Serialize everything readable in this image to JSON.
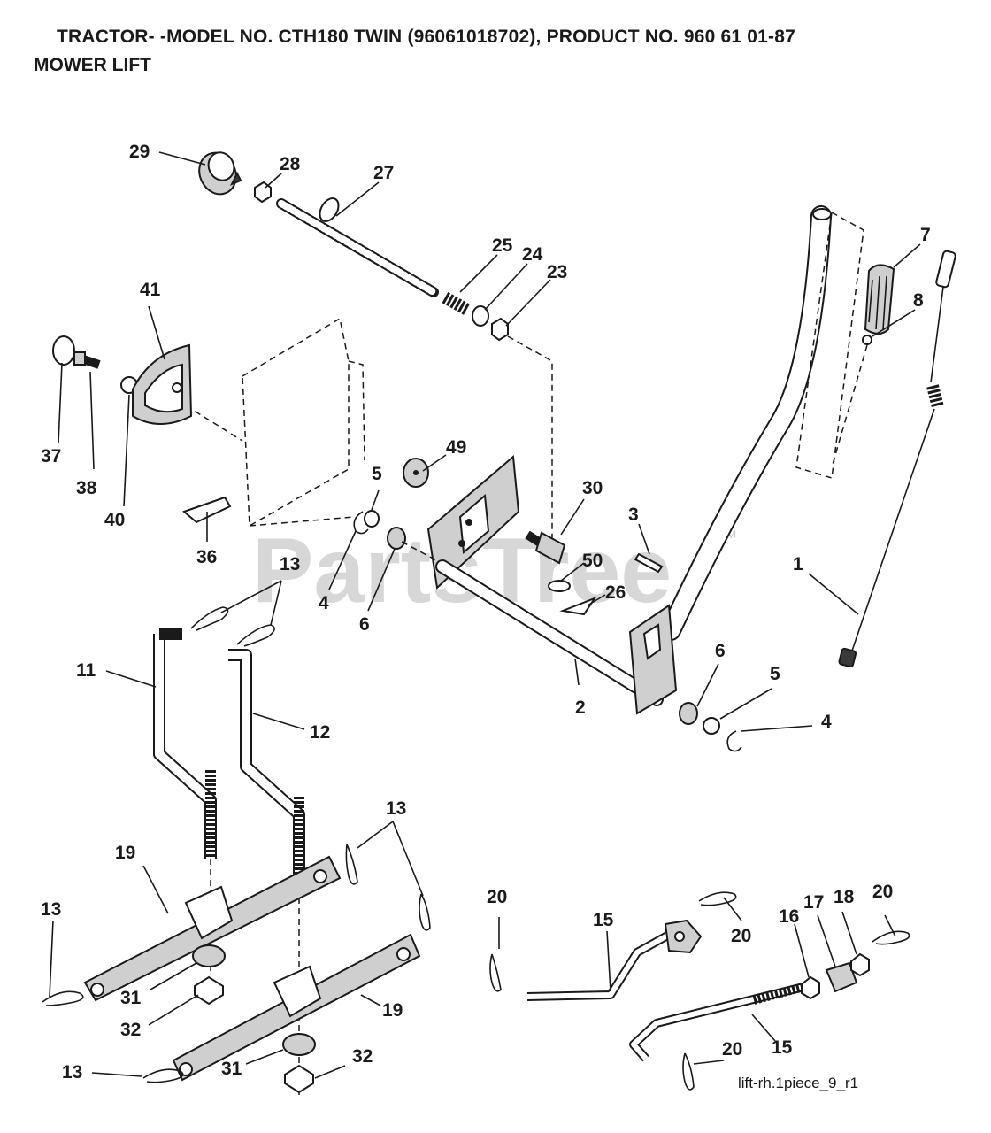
{
  "header": {
    "title": "TRACTOR- -MODEL NO. CTH180 TWIN (96061018702), PRODUCT NO. 960 61 01-87",
    "subtitle": "MOWER LIFT"
  },
  "watermark": {
    "brand": "PartsTree",
    "trademark": "TM"
  },
  "drawing_code": "lift-rh.1piece_9_r1",
  "callouts": [
    "29",
    "28",
    "27",
    "25",
    "24",
    "23",
    "7",
    "8",
    "41",
    "37",
    "38",
    "40",
    "49",
    "5",
    "30",
    "3",
    "1",
    "36",
    "13",
    "4",
    "6",
    "50",
    "26",
    "11",
    "12",
    "2",
    "6",
    "5",
    "4",
    "13",
    "19",
    "13",
    "20",
    "15",
    "20",
    "16",
    "17",
    "18",
    "20",
    "31",
    "32",
    "19",
    "31",
    "32",
    "13",
    "20",
    "15"
  ],
  "colors": {
    "ink": "#1a1a1a",
    "part_fill": "#cfcfcf",
    "watermark": "#d7d7d7"
  }
}
